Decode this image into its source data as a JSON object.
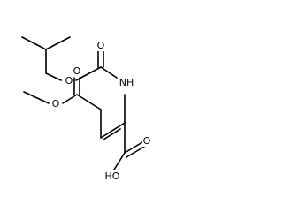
{
  "molecule": {
    "atom_labels": {
      "ester_oxygen_top": "O",
      "carbonyl_oxygen_top": "O",
      "amine": "NH",
      "methyl_ester_oxygen": "O",
      "ester_carbonyl_oxygen": "O",
      "acid_carbonyl_oxygen": "O",
      "acid_hydroxyl": "HO"
    }
  }
}
